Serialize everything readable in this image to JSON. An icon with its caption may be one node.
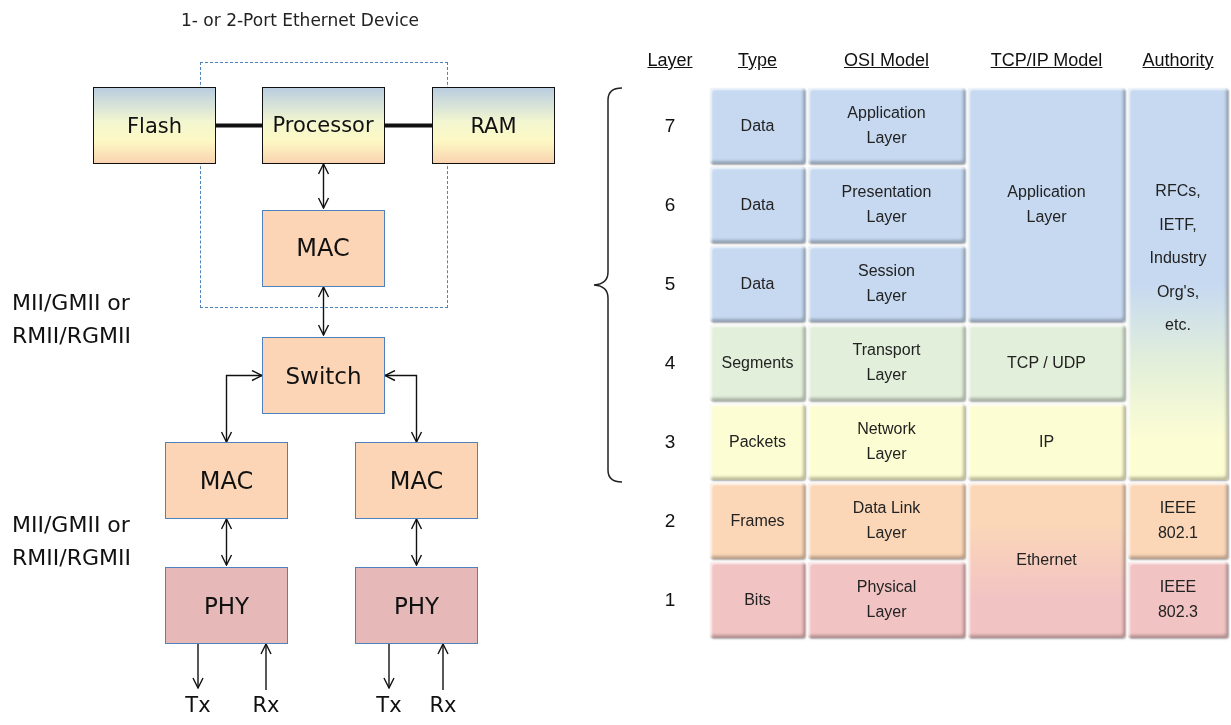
{
  "diagram": {
    "title": "1- or 2-Port Ethernet Device",
    "nodes": [
      {
        "text": [],
        "shape": "box"
      },
      {
        "text": [
          "Flash"
        ]
      },
      {
        "text": [
          "Processor"
        ],
        "in": 0
      },
      {
        "text": [
          "RAM"
        ]
      },
      {
        "text": [
          "MAC"
        ],
        "in": 0
      },
      {
        "text": [
          "Switch"
        ]
      },
      {
        "text": [
          "MAC"
        ]
      },
      {
        "text": [
          "MAC"
        ]
      },
      {
        "text": [
          "PHY"
        ]
      },
      {
        "text": [
          "PHY"
        ]
      },
      {
        "text": [
          "Tx"
        ]
      },
      {
        "text": [
          "Rx"
        ]
      },
      {
        "text": [
          "Tx"
        ]
      },
      {
        "text": [
          "Rx"
        ]
      }
    ],
    "edges": [
      {
        "from": 1,
        "to": 2,
        "arrow": "none",
        "style": "thick"
      },
      {
        "from": 2,
        "to": 3,
        "arrow": "none",
        "style": "thick"
      },
      {
        "from": 2,
        "to": 4,
        "arrow": "both"
      },
      {
        "from": 4,
        "to": 5,
        "arrow": "both"
      },
      {
        "from": 5,
        "to": 6,
        "arrow": "both"
      },
      {
        "from": 5,
        "to": 7,
        "arrow": "both"
      },
      {
        "from": 6,
        "to": 8,
        "arrow": "both"
      },
      {
        "from": 7,
        "to": 9,
        "arrow": "both"
      },
      {
        "from": 8,
        "to": 10,
        "arrow": "to"
      },
      {
        "from": 11,
        "to": 8,
        "arrow": "to"
      },
      {
        "from": 9,
        "to": 12,
        "arrow": "to"
      },
      {
        "from": 13,
        "to": 9,
        "arrow": "to"
      }
    ],
    "labels": [
      "MII/GMII or RMII/RGMII",
      "MII/GMII or RMII/RGMII",
      "Layer",
      "Type",
      "OSI Model",
      "TCP/IP Model",
      "Authority",
      "7",
      "Data",
      "Application Layer",
      "Application Layer",
      "RFCs, IETF, Industry Org's, etc.",
      "6",
      "Data",
      "Presentation Layer",
      "5",
      "Data",
      "Session Layer",
      "4",
      "Segments",
      "Transport Layer",
      "TCP / UDP",
      "3",
      "Packets",
      "Network Layer",
      "IP",
      "2",
      "Frames",
      "Data Link Layer",
      "Ethernet",
      "IEEE 802.1",
      "1",
      "Bits",
      "Physical Layer",
      "IEEE 802.3"
    ]
  }
}
